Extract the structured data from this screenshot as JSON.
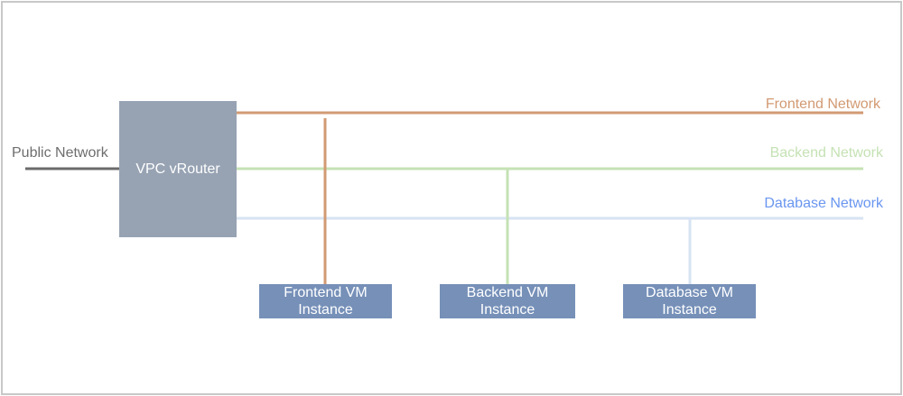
{
  "public_network": {
    "label": "Public Network",
    "color": "#6b6b6b"
  },
  "router": {
    "label": "VPC vRouter",
    "color": "#97a3b3"
  },
  "networks": [
    {
      "label": "Frontend Network",
      "color": "#d29a73"
    },
    {
      "label": "Backend Network",
      "color": "#c5e2b4"
    },
    {
      "label": "Database Network",
      "color": "#6a96f0",
      "line_color": "#d7e3f3"
    }
  ],
  "vms": [
    {
      "line1": "Frontend VM",
      "line2": "Instance"
    },
    {
      "line1": "Backend VM",
      "line2": "Instance"
    },
    {
      "line1": "Database VM",
      "line2": "Instance"
    }
  ],
  "vm_color": "#7690b8"
}
